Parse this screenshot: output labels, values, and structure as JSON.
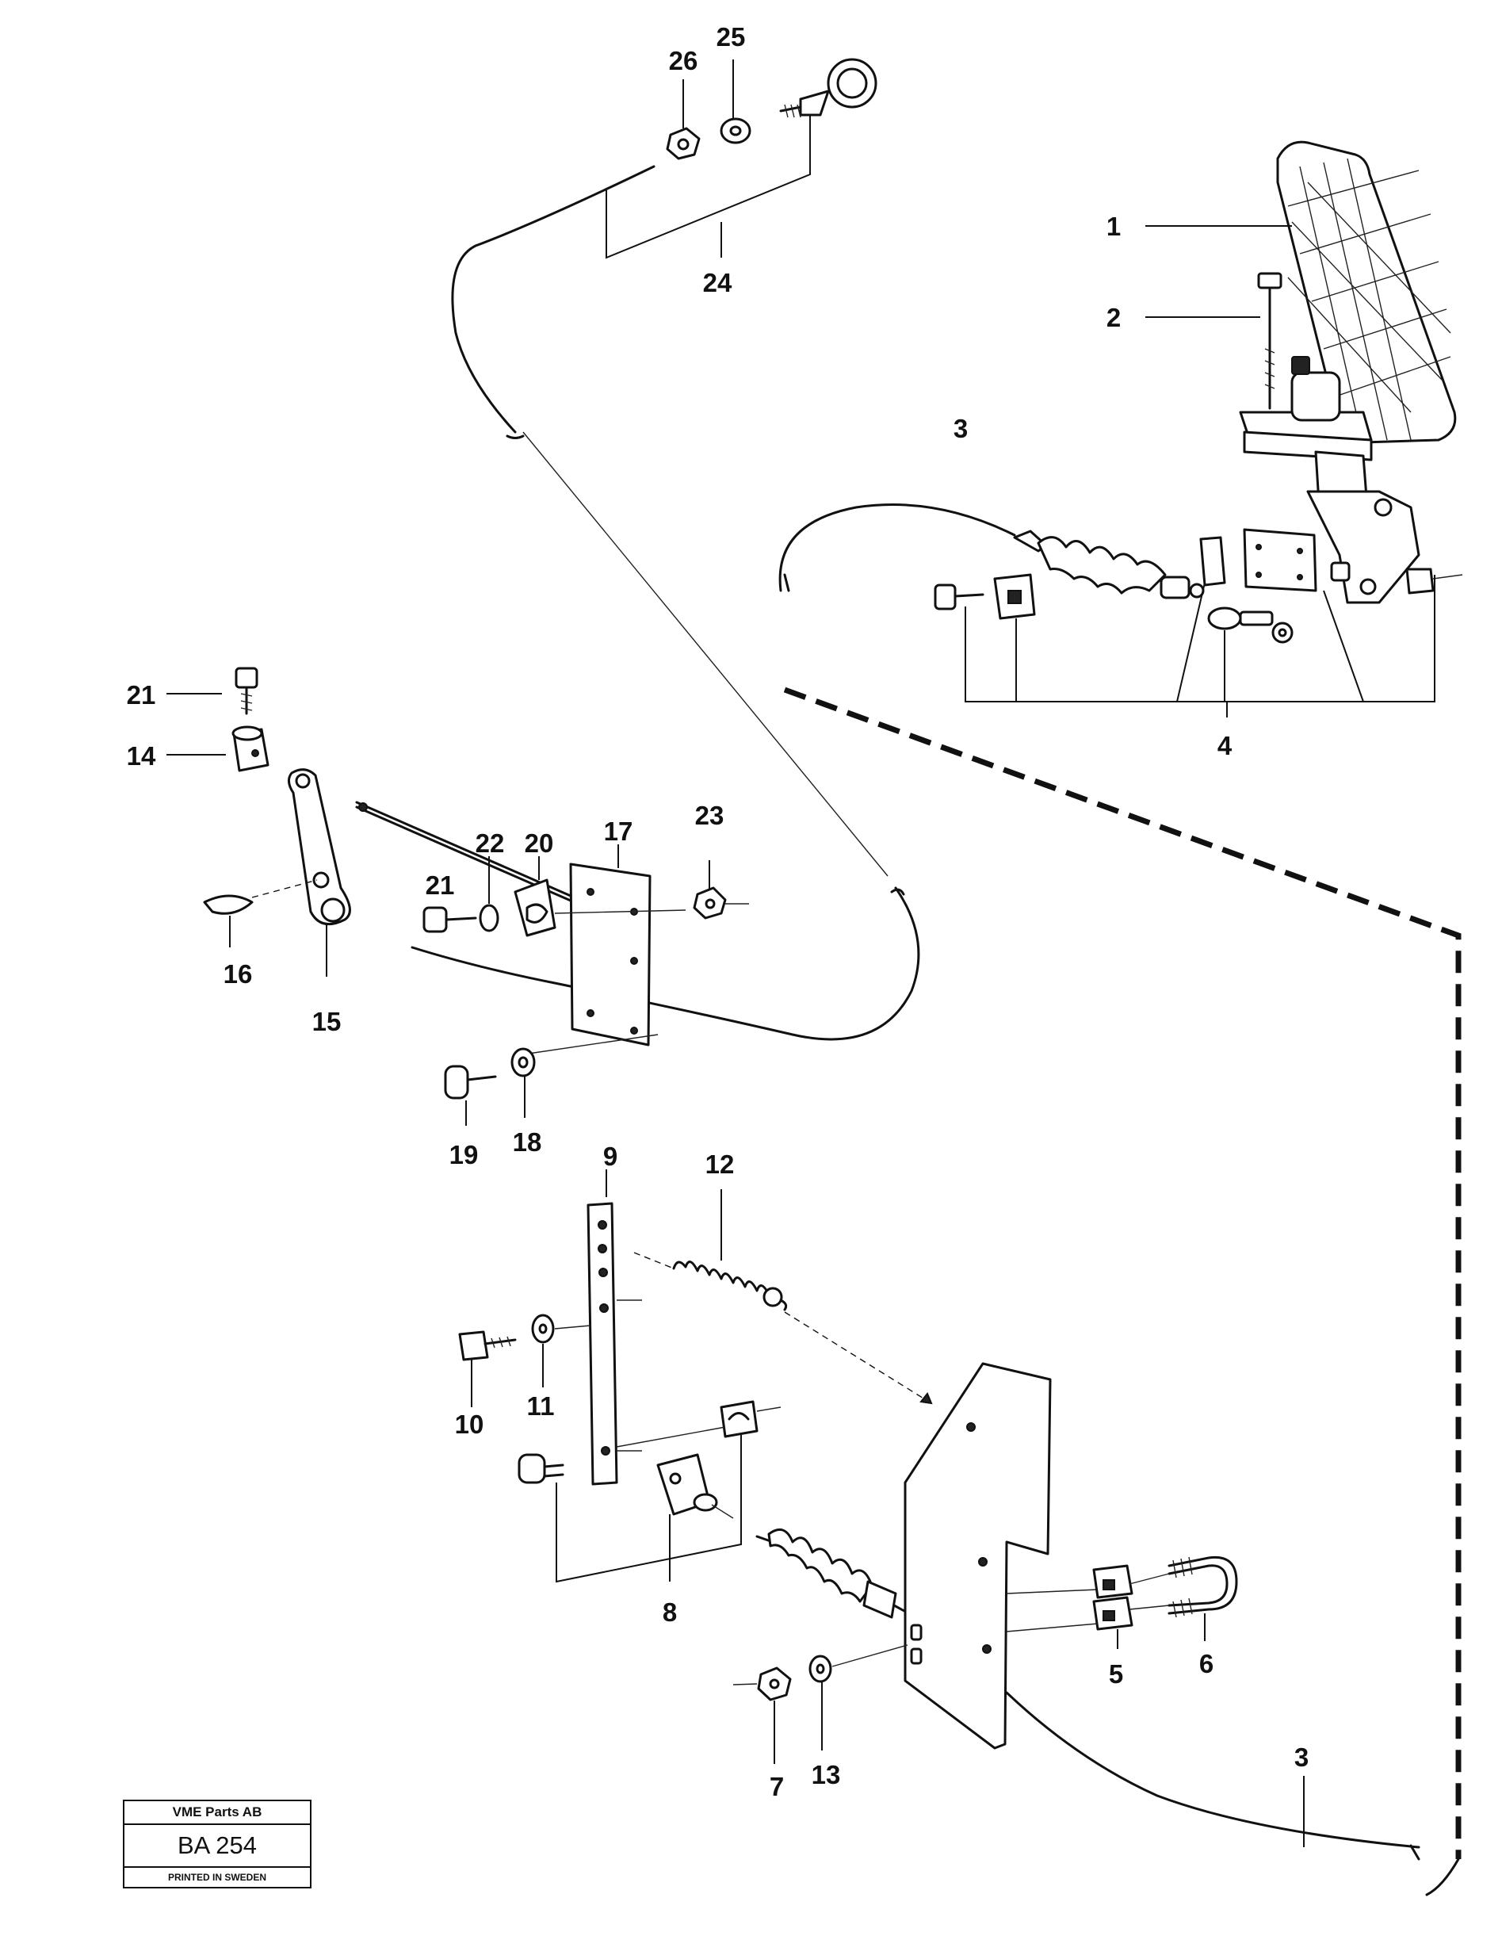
{
  "callouts": [
    {
      "id": "c1",
      "label": "1"
    },
    {
      "id": "c2",
      "label": "2"
    },
    {
      "id": "c3a",
      "label": "3"
    },
    {
      "id": "c3b",
      "label": "3"
    },
    {
      "id": "c4",
      "label": "4"
    },
    {
      "id": "c5",
      "label": "5"
    },
    {
      "id": "c6",
      "label": "6"
    },
    {
      "id": "c7",
      "label": "7"
    },
    {
      "id": "c8",
      "label": "8"
    },
    {
      "id": "c9",
      "label": "9"
    },
    {
      "id": "c10",
      "label": "10"
    },
    {
      "id": "c11",
      "label": "11"
    },
    {
      "id": "c12",
      "label": "12"
    },
    {
      "id": "c13",
      "label": "13"
    },
    {
      "id": "c14",
      "label": "14"
    },
    {
      "id": "c15",
      "label": "15"
    },
    {
      "id": "c16",
      "label": "16"
    },
    {
      "id": "c17",
      "label": "17"
    },
    {
      "id": "c18",
      "label": "18"
    },
    {
      "id": "c19",
      "label": "19"
    },
    {
      "id": "c20",
      "label": "20"
    },
    {
      "id": "c21a",
      "label": "21"
    },
    {
      "id": "c21b",
      "label": "21"
    },
    {
      "id": "c22",
      "label": "22"
    },
    {
      "id": "c23",
      "label": "23"
    },
    {
      "id": "c24",
      "label": "24"
    },
    {
      "id": "c25",
      "label": "25"
    },
    {
      "id": "c26",
      "label": "26"
    }
  ],
  "title_block": {
    "company": "VME Parts AB",
    "code": "BA 254",
    "printed": "PRINTED IN SWEDEN"
  }
}
